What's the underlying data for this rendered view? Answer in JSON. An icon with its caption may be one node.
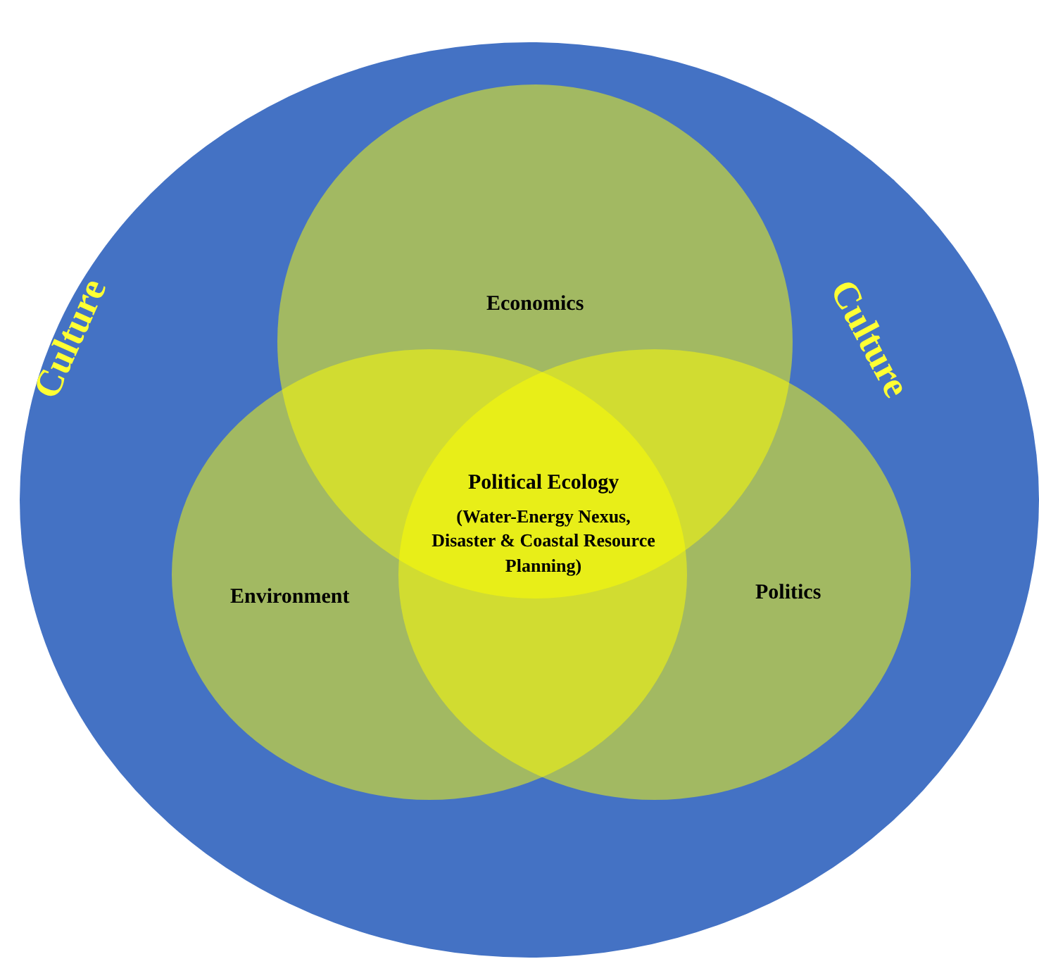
{
  "diagram": {
    "nodes": [
      {
        "text": [
          "Culture",
          "Culture"
        ]
      },
      {
        "text": [
          "Economics"
        ],
        "in": 0
      },
      {
        "text": [
          "Environment"
        ],
        "in": 0
      },
      {
        "text": [
          "Politics"
        ],
        "in": 0
      },
      {
        "text": [
          "Political Ecology",
          "(Water-Energy Nexus, Disaster & Coastal Resource Planning)"
        ]
      }
    ],
    "edges": []
  }
}
